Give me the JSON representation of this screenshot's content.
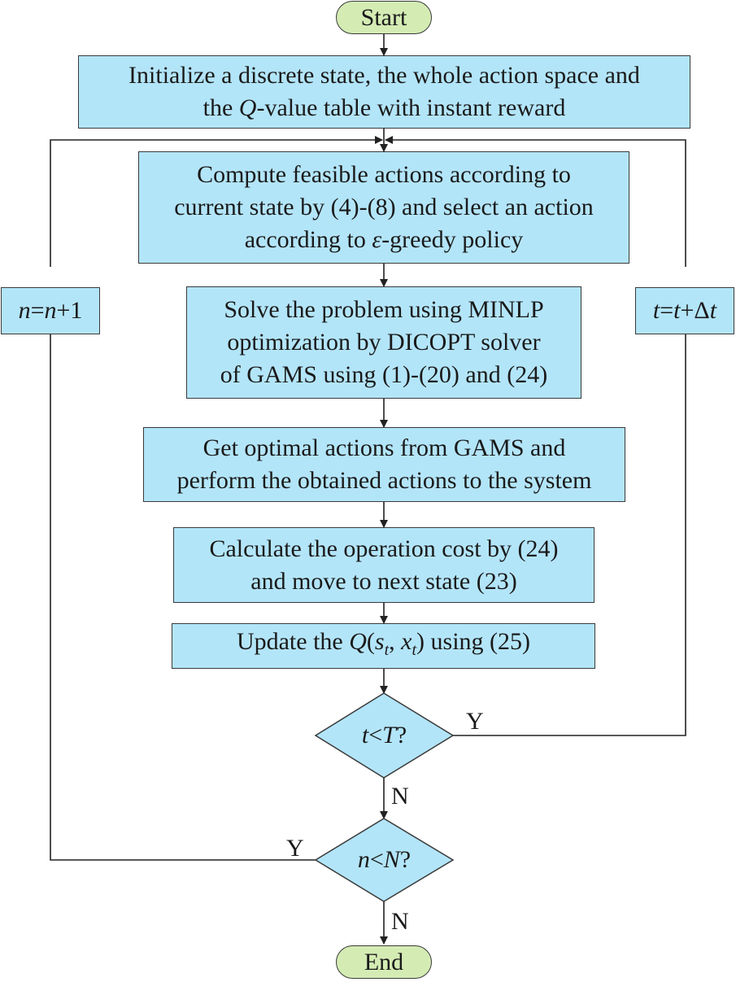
{
  "nodes": {
    "start": "Start",
    "init": {
      "line1": "Initialize a discrete state, the whole action space and",
      "line2_emph": "Q",
      "line2_rest": "-value table with instant reward",
      "line2_pre": "the "
    },
    "compute": {
      "line1": "Compute feasible actions according to",
      "line2": "current state by (4)-(8) and select an action",
      "line3_pre": "according to ",
      "line3_emph": "ε",
      "line3_rest": "-greedy policy"
    },
    "solve": {
      "line1": "Solve the problem using MINLP",
      "line2": "optimization by DICOPT solver",
      "line3": "of GAMS using (1)-(20) and (24)"
    },
    "get": {
      "line1": "Get optimal actions from GAMS and",
      "line2": "perform the obtained actions to the system"
    },
    "calc": {
      "line1": "Calculate the operation cost by (24)",
      "line2": "and move to next state (23)"
    },
    "update": {
      "pre": "Update the ",
      "q": "Q",
      "open": "(",
      "s": "s",
      "sub1": "t",
      "comma": ", ",
      "x": "x",
      "sub2": "t",
      "close": ")",
      "post": " using (25)"
    },
    "decision_t": {
      "a": "t",
      "op": "<",
      "b": "T",
      "q": "?"
    },
    "decision_n": {
      "a": "n",
      "op": "<",
      "b": "N",
      "q": "?"
    },
    "end": "End",
    "n_increment": {
      "a": "n",
      "eq": "=",
      "b": "n",
      "rest": "+1"
    },
    "t_increment": {
      "a": "t",
      "eq": "=",
      "b": "t",
      "plus": "+Δ",
      "c": "t"
    }
  },
  "edge_labels": {
    "t_yes": "Y",
    "t_no": "N",
    "n_yes": "Y",
    "n_no": "N"
  }
}
